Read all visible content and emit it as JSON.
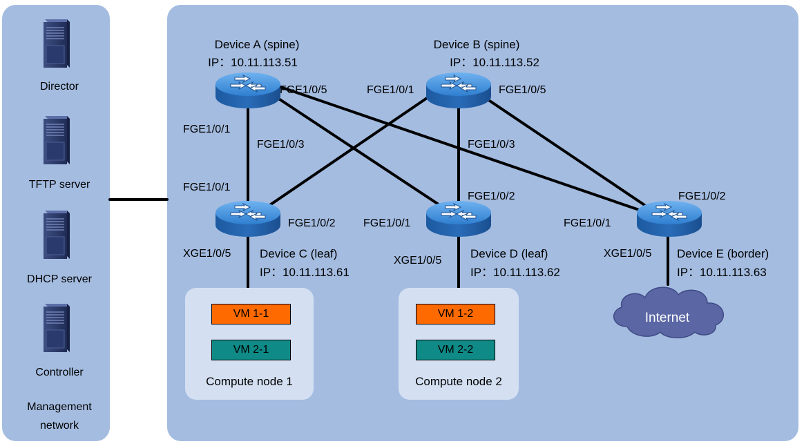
{
  "management": {
    "servers": [
      {
        "label": "Director",
        "icon": "server-icon"
      },
      {
        "label": "TFTP server",
        "icon": "server-icon"
      },
      {
        "label": "DHCP server",
        "icon": "server-icon"
      },
      {
        "label": "Controller",
        "icon": "server-icon"
      }
    ],
    "label_line1": "Management",
    "label_line2": "network"
  },
  "devices": {
    "a": {
      "name": "Device A (spine)",
      "ip": "IP：10.11.113.51"
    },
    "b": {
      "name": "Device B (spine)",
      "ip": "IP：10.11.113.52"
    },
    "c": {
      "name": "Device C (leaf)",
      "ip": "IP：10.11.113.61"
    },
    "d": {
      "name": "Device D (leaf)",
      "ip": "IP：10.11.113.62"
    },
    "e": {
      "name": "Device E (border)",
      "ip": "IP：10.11.113.63"
    }
  },
  "ports": {
    "a_fge105": "FGE1/0/5",
    "a_fge101": "FGE1/0/1",
    "a_fge103": "FGE1/0/3",
    "b_fge101": "FGE1/0/1",
    "b_fge105": "FGE1/0/5",
    "b_fge103": "FGE1/0/3",
    "c_fge101": "FGE1/0/1",
    "c_fge102": "FGE1/0/2",
    "c_xge105": "XGE1/0/5",
    "d_fge102": "FGE1/0/2",
    "d_fge101": "FGE1/0/1",
    "d_xge105": "XGE1/0/5",
    "e_fge102": "FGE1/0/2",
    "e_fge101": "FGE1/0/1",
    "e_xge105": "XGE1/0/5"
  },
  "compute_nodes": [
    {
      "label": "Compute node 1",
      "vms": [
        "VM 1-1",
        "VM 2-1"
      ]
    },
    {
      "label": "Compute node 2",
      "vms": [
        "VM 1-2",
        "VM 2-2"
      ]
    }
  ],
  "internet": {
    "label": "Internet",
    "icon": "cloud-icon"
  },
  "colors": {
    "panel": "#a4bce0",
    "compute_box": "#d4e0f2",
    "vm_orange": "#ff6a00",
    "vm_teal": "#0f8a86",
    "switch_body": "#2b74c4",
    "server_body": "#2a3a6c",
    "cloud": "#5b67a5"
  }
}
